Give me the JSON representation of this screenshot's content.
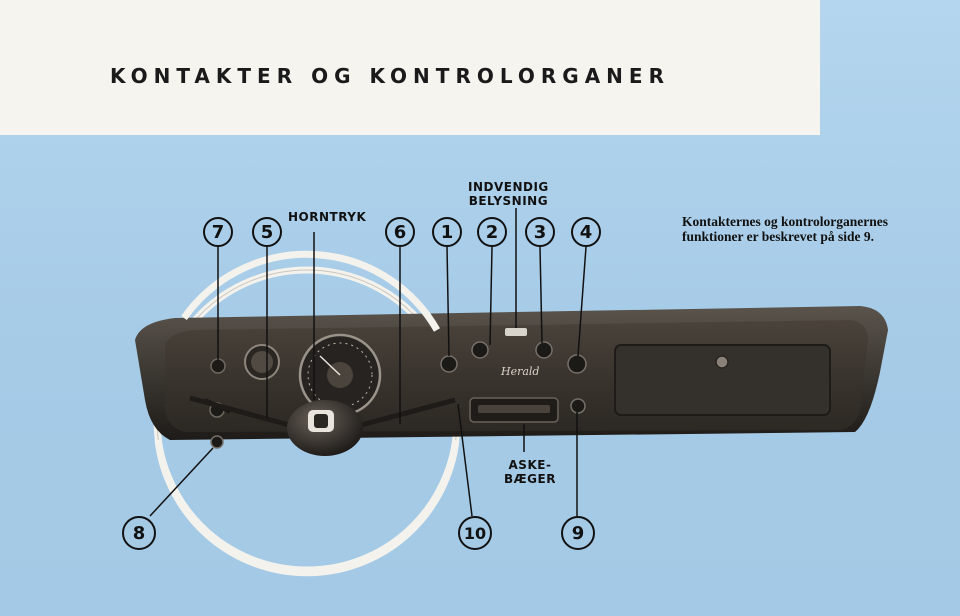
{
  "header": {
    "title": "KONTAKTER OG KONTROLORGANER"
  },
  "description": {
    "line1": "Kontakternes og kontrolorganernes",
    "line2": "funktioner er beskrevet på side 9."
  },
  "labels": {
    "horn": "HORNTRYK",
    "interior_light_line1": "INDVENDIG",
    "interior_light_line2": "BELYSNING",
    "ashtray_line1": "ASKE-",
    "ashtray_line2": "BÆGER",
    "badge": "Herald"
  },
  "callouts": {
    "n7": "7",
    "n5": "5",
    "n6": "6",
    "n1": "1",
    "n2": "2",
    "n3": "3",
    "n4": "4",
    "n8": "8",
    "n10": "10",
    "n9": "9"
  },
  "colors": {
    "background_blue": "#a9cfe9",
    "header_band": "#f6f4ef",
    "dashboard_dark": "#2b2824",
    "ink": "#111111"
  }
}
